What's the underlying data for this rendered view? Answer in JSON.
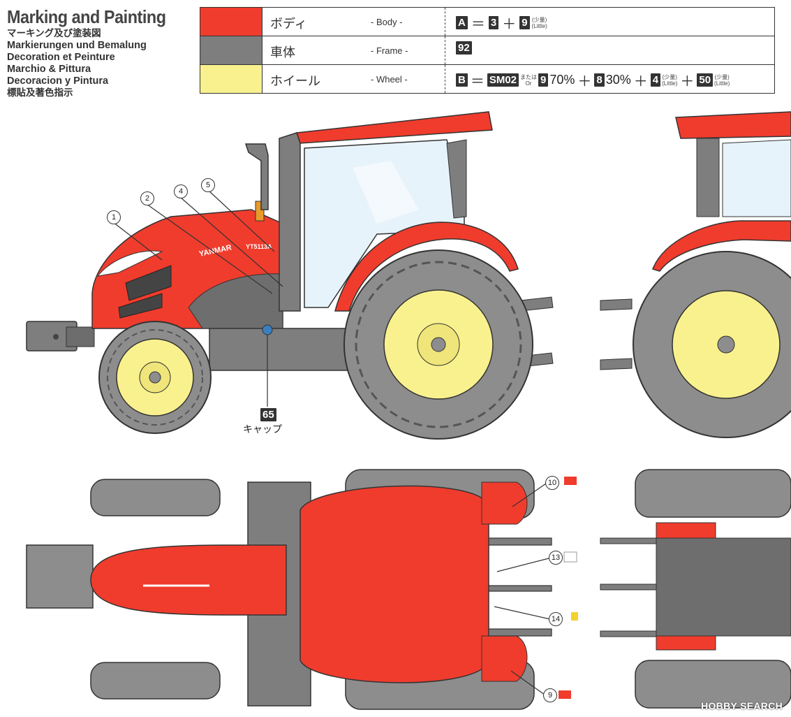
{
  "header": {
    "title": "Marking and Painting",
    "lines": [
      "マーキング及び塗装図",
      "Markierungen und Bemalung",
      "Decoration et Peinture",
      "Marchio & Pittura",
      "Decoracion y Pintura",
      "標貼及著色指示"
    ]
  },
  "legend": {
    "rows": [
      {
        "color": "#f03c2d",
        "jp": "ボディ",
        "en": "- Body -",
        "formula": {
          "a": "A",
          "eq": "＝",
          "c1": "3",
          "plus": "＋",
          "c2": "9",
          "little": "(少量)",
          "little_en": "(Little)"
        }
      },
      {
        "color": "#7e7e7e",
        "jp": "車体",
        "en": "- Frame -",
        "formula": {
          "c1": "92"
        }
      },
      {
        "color": "#f9f18e",
        "jp": "ホイール",
        "en": "- Wheel -",
        "formula": {
          "b": "B",
          "eq": "＝",
          "sm": "SM02",
          "or_jp": "または",
          "or_en": "Or",
          "c1": "9",
          "p1": "70%",
          "plus": "＋",
          "c2": "8",
          "p2": "30%",
          "c3": "4",
          "little": "(少量)",
          "little_en": "(Little)",
          "c4": "50"
        }
      }
    ]
  },
  "callouts": {
    "n1": "1",
    "n2": "2",
    "n4": "4",
    "n5": "5",
    "n9": "9",
    "n10": "10",
    "n13": "13",
    "n14": "14"
  },
  "cap": {
    "num": "65",
    "label": "キャップ"
  },
  "decal_text": {
    "brand": "YANMAR",
    "model": "YT5113A"
  },
  "colors": {
    "body": "#f03c2d",
    "frame": "#7e7e7e",
    "wheel": "#f9f18e",
    "tire": "#8d8d8d",
    "dark": "#555555"
  },
  "watermark": "HOBBY SEARCH"
}
